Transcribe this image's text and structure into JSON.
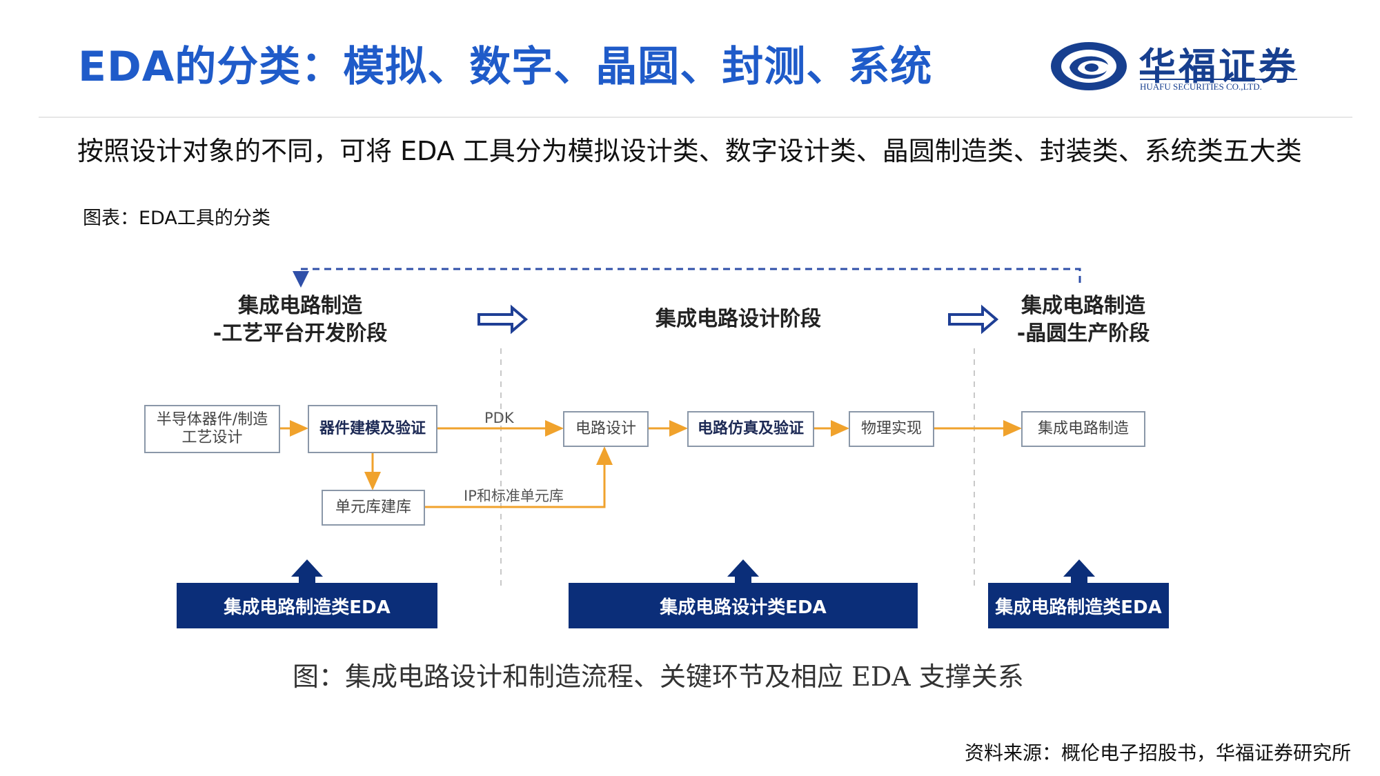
{
  "header": {
    "title": "EDA的分类：模拟、数字、晶圆、封测、系统",
    "logo_cn": "华福证券",
    "logo_en": "HUAFU SECURITIES CO.,LTD."
  },
  "intro_text": "按照设计对象的不同，可将 EDA 工具分为模拟设计类、数字设计类、晶圆制造类、封装类、系统类五大类",
  "figure_caption": "图表：EDA工具的分类",
  "diagram": {
    "stages": {
      "left_line1": "集成电路制造",
      "left_line2": "-工艺平台开发阶段",
      "middle": "集成电路设计阶段",
      "right_line1": "集成电路制造",
      "right_line2": "-晶圆生产阶段"
    },
    "nodes": {
      "semiconductor_line1": "半导体器件/制造",
      "semiconductor_line2": "工艺设计",
      "device_modeling": "器件建模及验证",
      "cell_library": "单元库建库",
      "circuit_design": "电路设计",
      "circuit_sim": "电路仿真及验证",
      "physical_impl": "物理实现",
      "ic_manufacturing": "集成电路制造"
    },
    "edge_labels": {
      "pdk": "PDK",
      "ip_cell": "IP和标准单元库"
    },
    "eda_bars": {
      "left": "集成电路制造类EDA",
      "middle": "集成电路设计类EDA",
      "right": "集成电路制造类EDA"
    },
    "colors": {
      "flow_arrow": "#f0a22c",
      "stage_arrow": "#1f3f95",
      "dashed": "#2f4fa8",
      "eda_bar": "#0b2e79"
    }
  },
  "bottom_caption": "图：集成电路设计和制造流程、关键环节及相应 EDA 支撑关系",
  "source": "资料来源：概伦电子招股书，华福证券研究所"
}
